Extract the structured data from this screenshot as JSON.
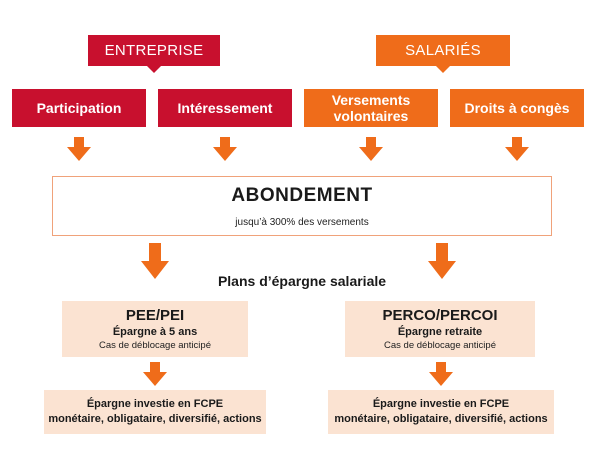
{
  "colors": {
    "red": "#c8102e",
    "orange": "#ef6c1a",
    "peach": "#fbe3d2",
    "border": "#f0a27a"
  },
  "headers": {
    "entreprise": "ENTREPRISE",
    "salaries": "SALARIÉS"
  },
  "sources": [
    {
      "label": "Participation",
      "group": "entreprise"
    },
    {
      "label": "Intéressement",
      "group": "entreprise"
    },
    {
      "label_line1": "Versements",
      "label_line2": "volontaires",
      "group": "salaries"
    },
    {
      "label": "Droits à congès",
      "group": "salaries"
    }
  ],
  "abondement": {
    "title": "ABONDEMENT",
    "subtitle": "jusqu’à 300% des versements"
  },
  "plans_title": "Plans d’épargne salariale",
  "plans": [
    {
      "name": "PEE/PEI",
      "subtitle": "Épargne à 5 ans",
      "note": "Cas de déblocage anticipé"
    },
    {
      "name": "PERCO/PERCOI",
      "subtitle": "Épargne retraite",
      "note": "Cas de déblocage anticipé"
    }
  ],
  "investments": [
    {
      "line1": "Épargne investie en FCPE",
      "line2": "monétaire, obligataire, diversifié, actions"
    },
    {
      "line1": "Épargne investie en FCPE",
      "line2": "monétaire, obligataire, diversifié, actions"
    }
  ]
}
